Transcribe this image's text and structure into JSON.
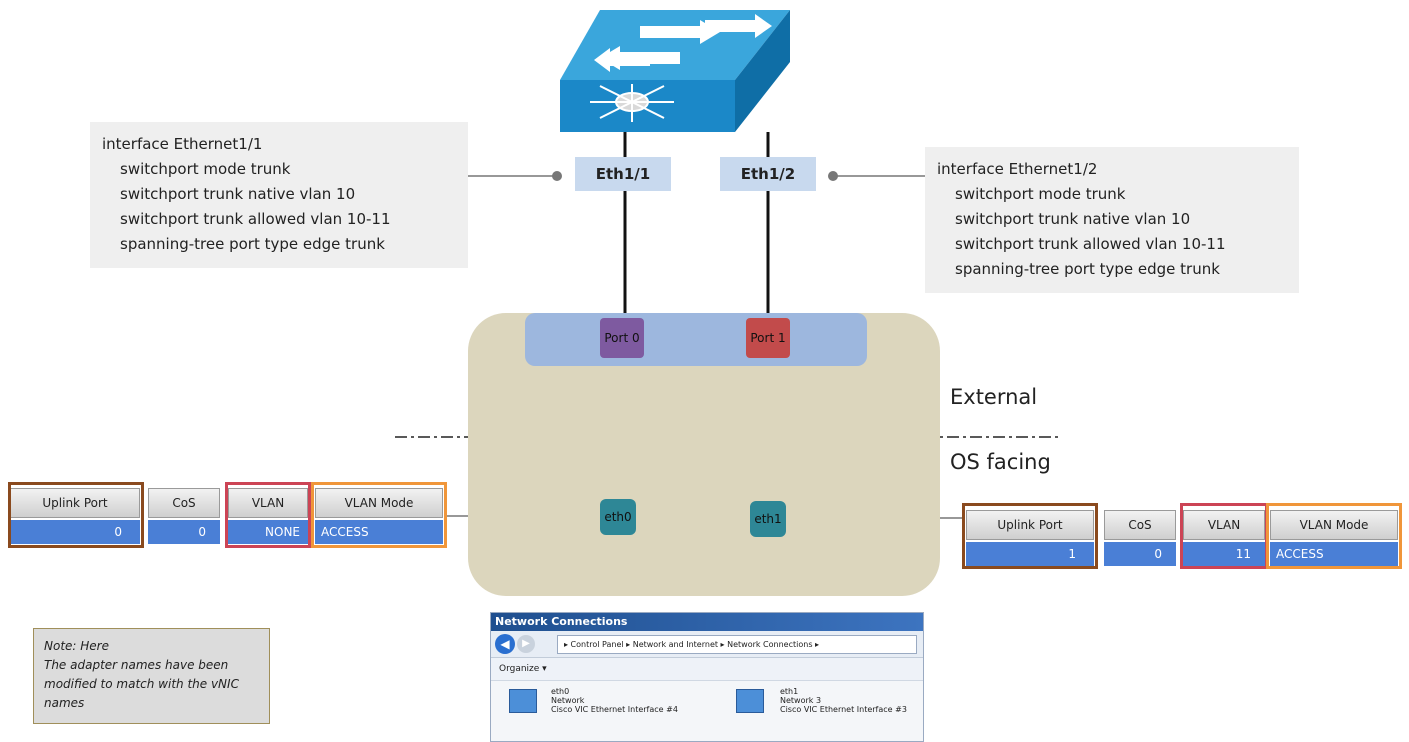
{
  "switch": {
    "port_a": "Eth1/1",
    "port_b": "Eth1/2"
  },
  "config_left": {
    "interface": "interface Ethernet1/1",
    "lines": [
      "switchport mode trunk",
      "switchport trunk native vlan 10",
      "switchport trunk allowed vlan 10-11",
      "spanning-tree port type edge trunk"
    ]
  },
  "config_right": {
    "interface": "interface Ethernet1/2",
    "lines": [
      "switchport mode trunk",
      "switchport trunk native vlan 10",
      "switchport trunk allowed vlan 10-11",
      "spanning-tree port type edge trunk"
    ]
  },
  "adapter": {
    "port0": "Port 0",
    "port1": "Port 1",
    "vnic0": "eth0",
    "vnic1": "eth1",
    "external_label": "External",
    "os_label": "OS facing"
  },
  "table_left": {
    "headers": [
      "Uplink Port",
      "CoS",
      "VLAN",
      "VLAN Mode"
    ],
    "values": [
      "0",
      "0",
      "NONE",
      "ACCESS"
    ]
  },
  "table_right": {
    "headers": [
      "Uplink Port",
      "CoS",
      "VLAN",
      "VLAN Mode"
    ],
    "values": [
      "1",
      "0",
      "11",
      "ACCESS"
    ]
  },
  "note": {
    "line1": "Note: Here",
    "line2": "The adapter names have been",
    "line3": "modified to match with the vNIC",
    "line4": "names"
  },
  "window": {
    "title": "Network Connections",
    "breadcrumb": "▸ Control Panel ▸ Network and Internet ▸ Network Connections ▸",
    "organize": "Organize ▾",
    "nic1": {
      "name": "eth0",
      "network": "Network",
      "device": "Cisco VIC Ethernet Interface #4"
    },
    "nic2": {
      "name": "eth1",
      "network": "Network 3",
      "device": "Cisco VIC Ethernet Interface #3"
    }
  },
  "colors": {
    "switch_blue": "#1d8fd0",
    "port0": "#7e5aa0",
    "port1": "#c24b4b",
    "vnic": "#2e8796",
    "uplink_frame": "#8a4a1e",
    "vlan_frame": "#cc4455",
    "mode_frame": "#f0963a"
  }
}
